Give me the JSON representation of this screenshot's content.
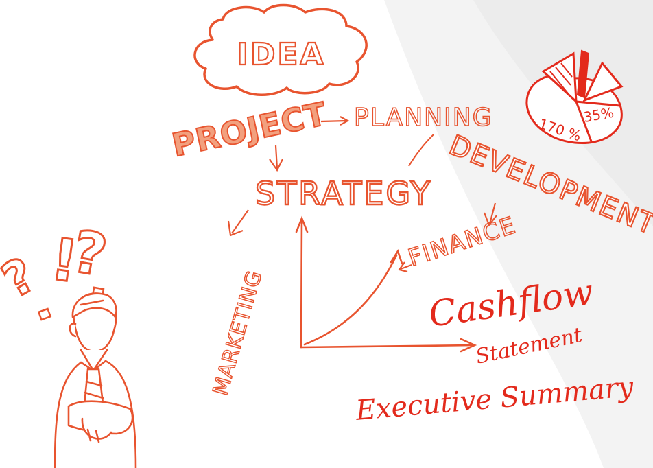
{
  "colors": {
    "ink": "#e8542f",
    "red": "#e32a1c",
    "bg_light": "#ffffff",
    "bg_shade": "#f1f1f1"
  },
  "words": {
    "idea": "IDEA",
    "project": "PROJECT",
    "planning": "PLANNING",
    "development": "DEVELOPMENT",
    "strategy": "STRATEGY",
    "marketing": "MARKETING",
    "finance": "FINANCE",
    "cashflow": "Cashflow",
    "statement": "Statement",
    "executive_summary": "Executive Summary"
  },
  "pie": {
    "label_1": "170 %",
    "label_2": "35%"
  },
  "glyphs": {
    "question_left": "?",
    "exclaim": "!",
    "question_right": "?"
  },
  "icons": [
    "cloud-icon",
    "arrow-icon",
    "pie-chart-icon",
    "growth-graph-icon",
    "thinking-man-icon"
  ]
}
